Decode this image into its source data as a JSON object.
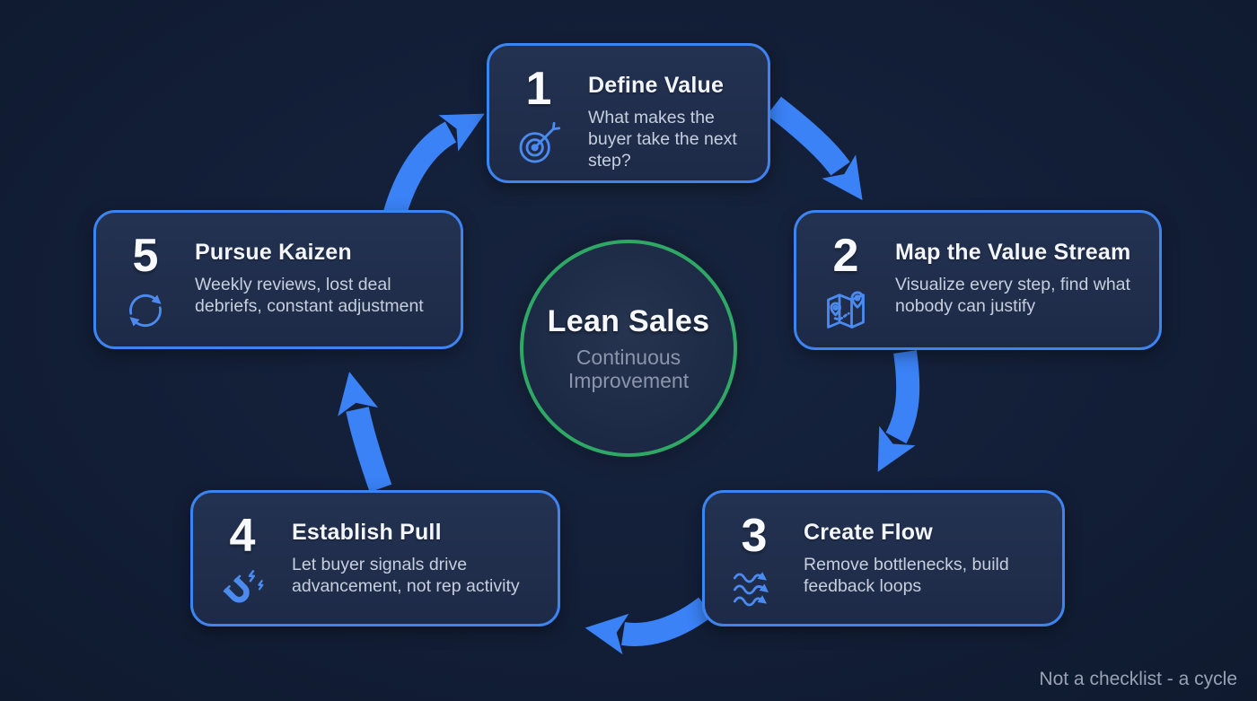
{
  "canvas": {
    "background": "#121e36",
    "accent_blue": "#3b82f6",
    "accent_green": "#2fa866",
    "card_fill": "#1f2c49",
    "text_primary": "#f2f6fb",
    "text_secondary": "#c6cfdd",
    "text_muted": "#99a1b4"
  },
  "center": {
    "title": "Lean Sales",
    "subtitle": "Continuous Improvement"
  },
  "footer": {
    "note": "Not a checklist - a cycle"
  },
  "steps": [
    {
      "number": "1",
      "title": "Define Value",
      "description": "What makes the buyer take the next step?",
      "icon": "target-icon"
    },
    {
      "number": "2",
      "title": "Map the Value Stream",
      "description": "Visualize every step, find what nobody can justify",
      "icon": "map-pins-icon"
    },
    {
      "number": "3",
      "title": "Create Flow",
      "description": "Remove bottlenecks, build feedback loops",
      "icon": "flow-waves-icon"
    },
    {
      "number": "4",
      "title": "Establish Pull",
      "description": "Let buyer signals drive advancement, not rep activity",
      "icon": "magnet-icon"
    },
    {
      "number": "5",
      "title": "Pursue Kaizen",
      "description": "Weekly reviews, lost deal debriefs, constant adjustment",
      "icon": "cycle-arrows-icon"
    }
  ],
  "arrows": [
    {
      "from": "step-5",
      "to": "step-1"
    },
    {
      "from": "step-1",
      "to": "step-2"
    },
    {
      "from": "step-2",
      "to": "step-3"
    },
    {
      "from": "step-3",
      "to": "step-4"
    },
    {
      "from": "step-4",
      "to": "step-5"
    }
  ]
}
